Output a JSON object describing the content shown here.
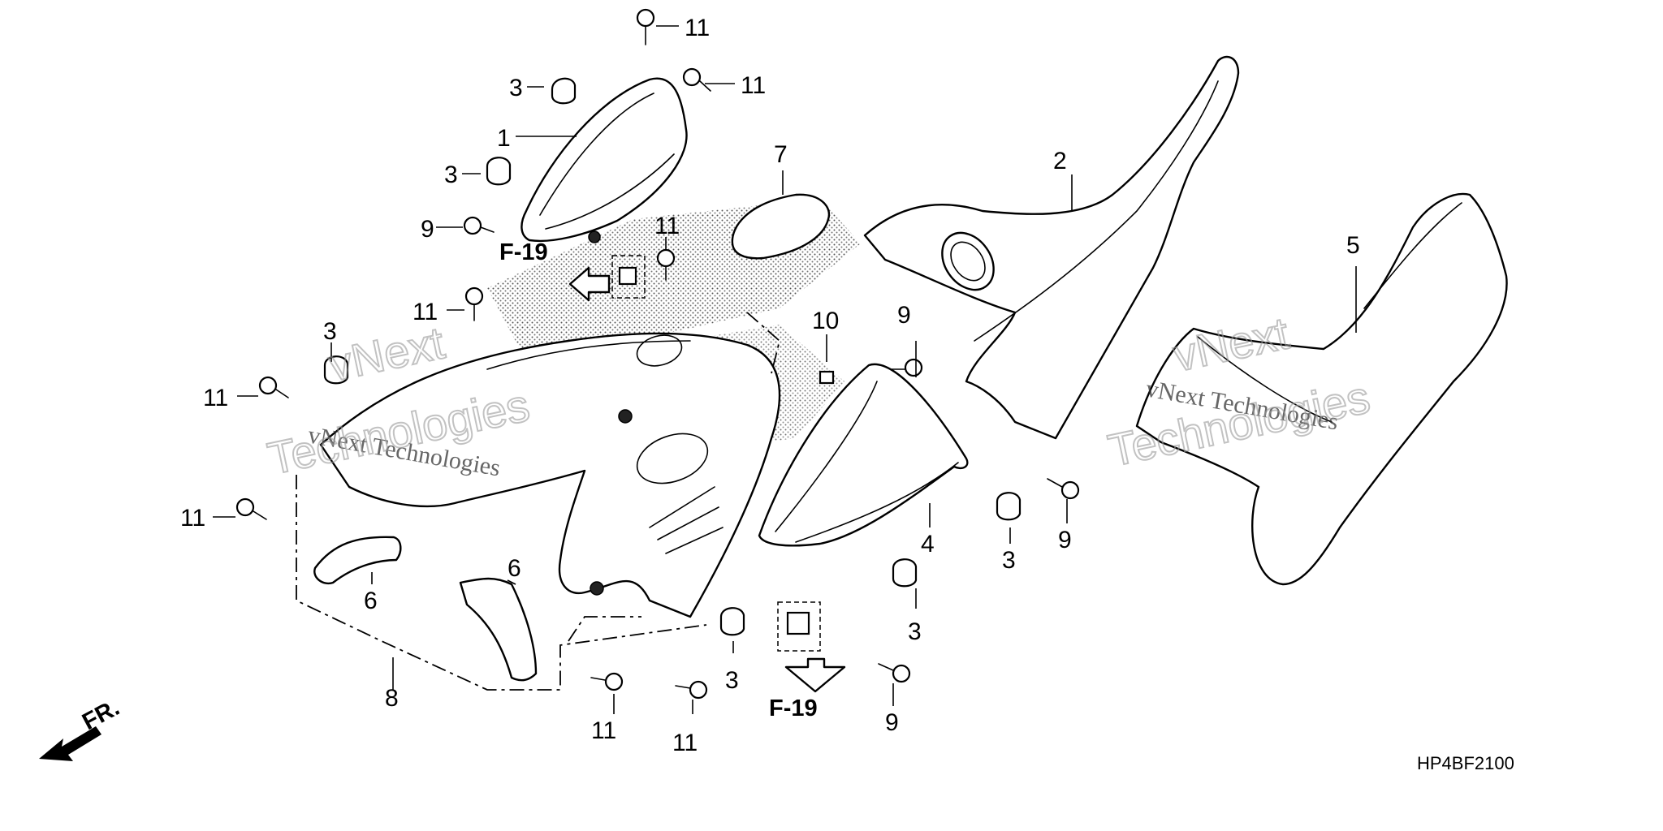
{
  "callouts": {
    "c11_top": "11",
    "c11_top_right": "11",
    "c3_a": "3",
    "c1": "1",
    "c3_b": "3",
    "c9_a": "9",
    "c11_mid": "11",
    "c11_left": "11",
    "c3_c": "3",
    "c11_far_left": "11",
    "c11_low_left": "11",
    "c6_a": "6",
    "c6_b": "6",
    "c8": "8",
    "c11_bottom_a": "11",
    "c11_bottom_b": "11",
    "c3_d": "3",
    "c7": "7",
    "c2": "2",
    "c10": "10",
    "c9_b": "9",
    "c4": "4",
    "c3_e": "3",
    "c9_c": "9",
    "c3_f": "3",
    "c9_d": "9",
    "c5": "5"
  },
  "references": {
    "ref_upper": "F-19",
    "ref_lower": "F-19"
  },
  "front_indicator": "FR.",
  "diagram_code": "HP4BF2100",
  "watermarks": {
    "left_small": "vNext Technologies",
    "left_large_1": "vNext",
    "left_large_2": "Technologies",
    "right_small": "vNext Technologies",
    "right_large_1": "vNext",
    "right_large_2": "Technologies"
  }
}
